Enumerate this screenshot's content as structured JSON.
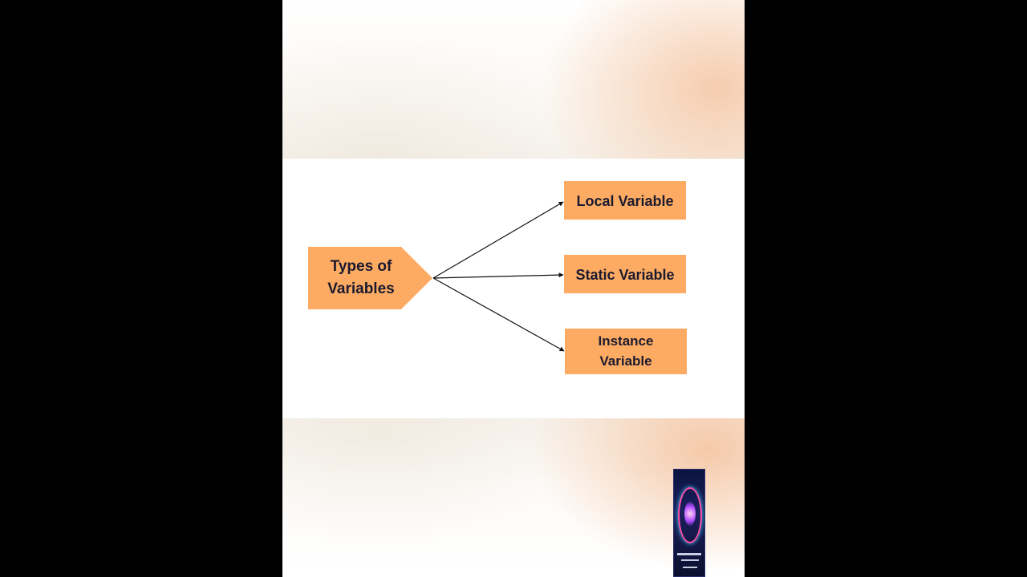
{
  "diagram": {
    "root": {
      "line1": "Types of",
      "line2": "Variables"
    },
    "children": [
      {
        "label": "Local Variable"
      },
      {
        "label": "Static Variable"
      },
      {
        "line1": "Instance",
        "line2": "Variable"
      }
    ]
  },
  "colors": {
    "node_fill": "#fdab63",
    "node_text": "#1a1a2e",
    "edge": "#111111",
    "page_background": "#000000",
    "slide_background": "#ffffff"
  },
  "icons": {
    "logo": "channel-logo-icon"
  }
}
